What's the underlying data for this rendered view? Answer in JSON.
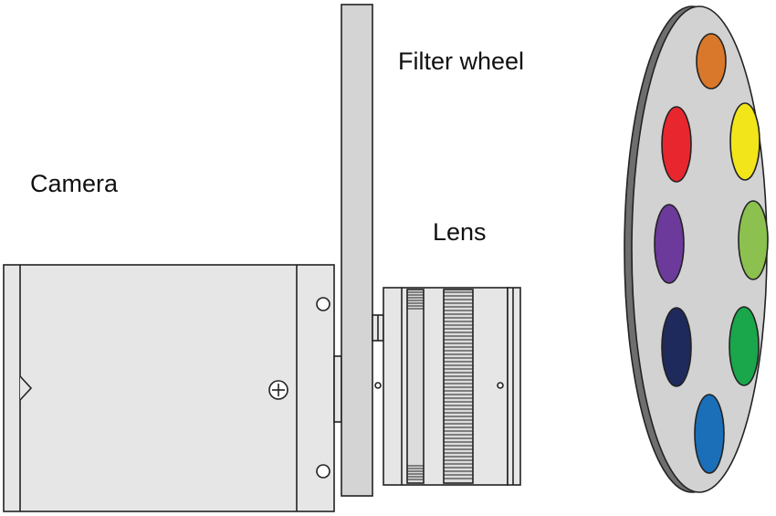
{
  "labels": {
    "filter_wheel": "Filter wheel",
    "camera": "Camera",
    "lens": "Lens"
  },
  "colors": {
    "body_fill": "#e6e6e6",
    "plate_fill": "#d4d4d4",
    "wheel_face": "#d2d2d2",
    "wheel_rim": "#6e6e6e",
    "outline": "#222222"
  },
  "filters": [
    {
      "name": "orange",
      "color": "#d9782a"
    },
    {
      "name": "red",
      "color": "#e8262e"
    },
    {
      "name": "yellow",
      "color": "#f2e51a"
    },
    {
      "name": "purple",
      "color": "#6b3a9a"
    },
    {
      "name": "light-green",
      "color": "#8cc04f"
    },
    {
      "name": "navy",
      "color": "#1e2a5c"
    },
    {
      "name": "green",
      "color": "#1aa64a"
    },
    {
      "name": "blue",
      "color": "#1a6fb8"
    }
  ]
}
